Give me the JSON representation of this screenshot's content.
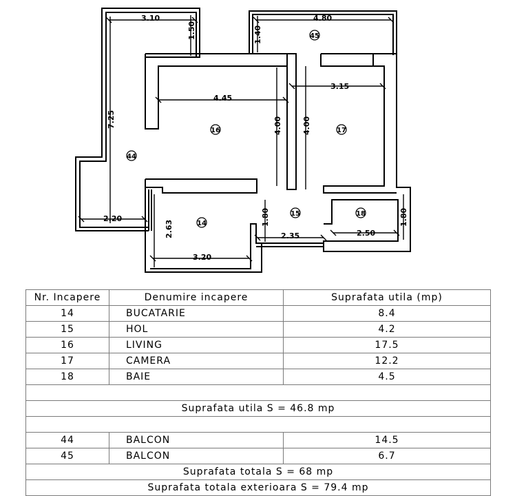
{
  "plan": {
    "dimensions": {
      "d_310": "3.10",
      "d_150": "1.50",
      "d_480": "4.80",
      "d_140": "1.40",
      "d_725": "7.25",
      "d_445": "4.45",
      "d_400a": "4.00",
      "d_400b": "4.00",
      "d_315": "3.15",
      "d_220": "2.20",
      "d_180a": "1.80",
      "d_180b": "1.80",
      "d_263": "2.63",
      "d_235": "2.35",
      "d_250": "2.50",
      "d_320": "3.20"
    },
    "room_numbers": {
      "r44": "44",
      "r45": "45",
      "r16": "16",
      "r17": "17",
      "r14": "14",
      "r15": "15",
      "r18": "18"
    }
  },
  "table": {
    "headers": [
      "Nr. Incapere",
      "Denumire incapere",
      "Suprafata utila (mp)"
    ],
    "rooms": [
      {
        "nr": "14",
        "name": "BUCATARIE",
        "area": "8.4"
      },
      {
        "nr": "15",
        "name": "HOL",
        "area": "4.2"
      },
      {
        "nr": "16",
        "name": "LIVING",
        "area": "17.5"
      },
      {
        "nr": "17",
        "name": "CAMERA",
        "area": "12.2"
      },
      {
        "nr": "18",
        "name": "BAIE",
        "area": "4.5"
      }
    ],
    "useful_total": "Suprafata utila S = 46.8 mp",
    "balconies": [
      {
        "nr": "44",
        "name": "BALCON",
        "area": "14.5"
      },
      {
        "nr": "45",
        "name": "BALCON",
        "area": "6.7"
      }
    ],
    "total": "Suprafata totala S = 68 mp",
    "total_exterior": "Suprafata totala exterioara S = 79.4 mp"
  }
}
